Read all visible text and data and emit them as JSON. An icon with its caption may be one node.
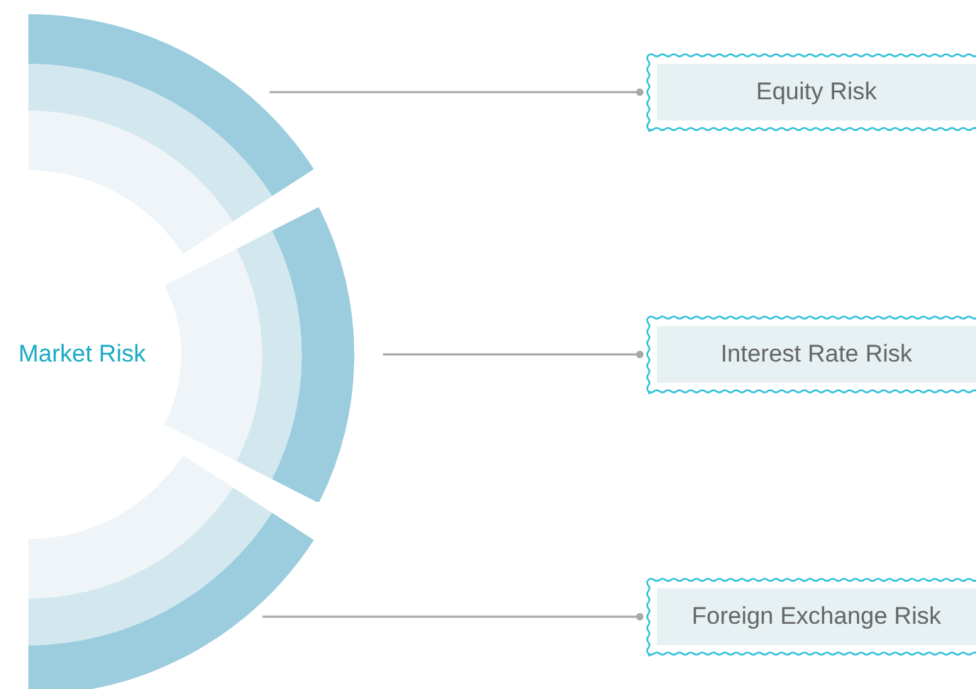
{
  "diagram": {
    "nodes": [
      {
        "text": [
          "Market Risk"
        ]
      },
      {
        "text": [],
        "shape": "arc"
      },
      {
        "text": [],
        "shape": "arc"
      },
      {
        "text": [],
        "shape": "arc"
      },
      {
        "text": [
          "Equity Risk"
        ]
      },
      {
        "text": [
          "Interest Rate Risk"
        ]
      },
      {
        "text": [
          "Foreign Exchange Risk"
        ]
      }
    ],
    "edges": [
      {
        "from": 1,
        "to": 4,
        "arrow": "other"
      },
      {
        "from": 2,
        "to": 5,
        "arrow": "other"
      },
      {
        "from": 3,
        "to": 6,
        "arrow": "other"
      }
    ]
  }
}
